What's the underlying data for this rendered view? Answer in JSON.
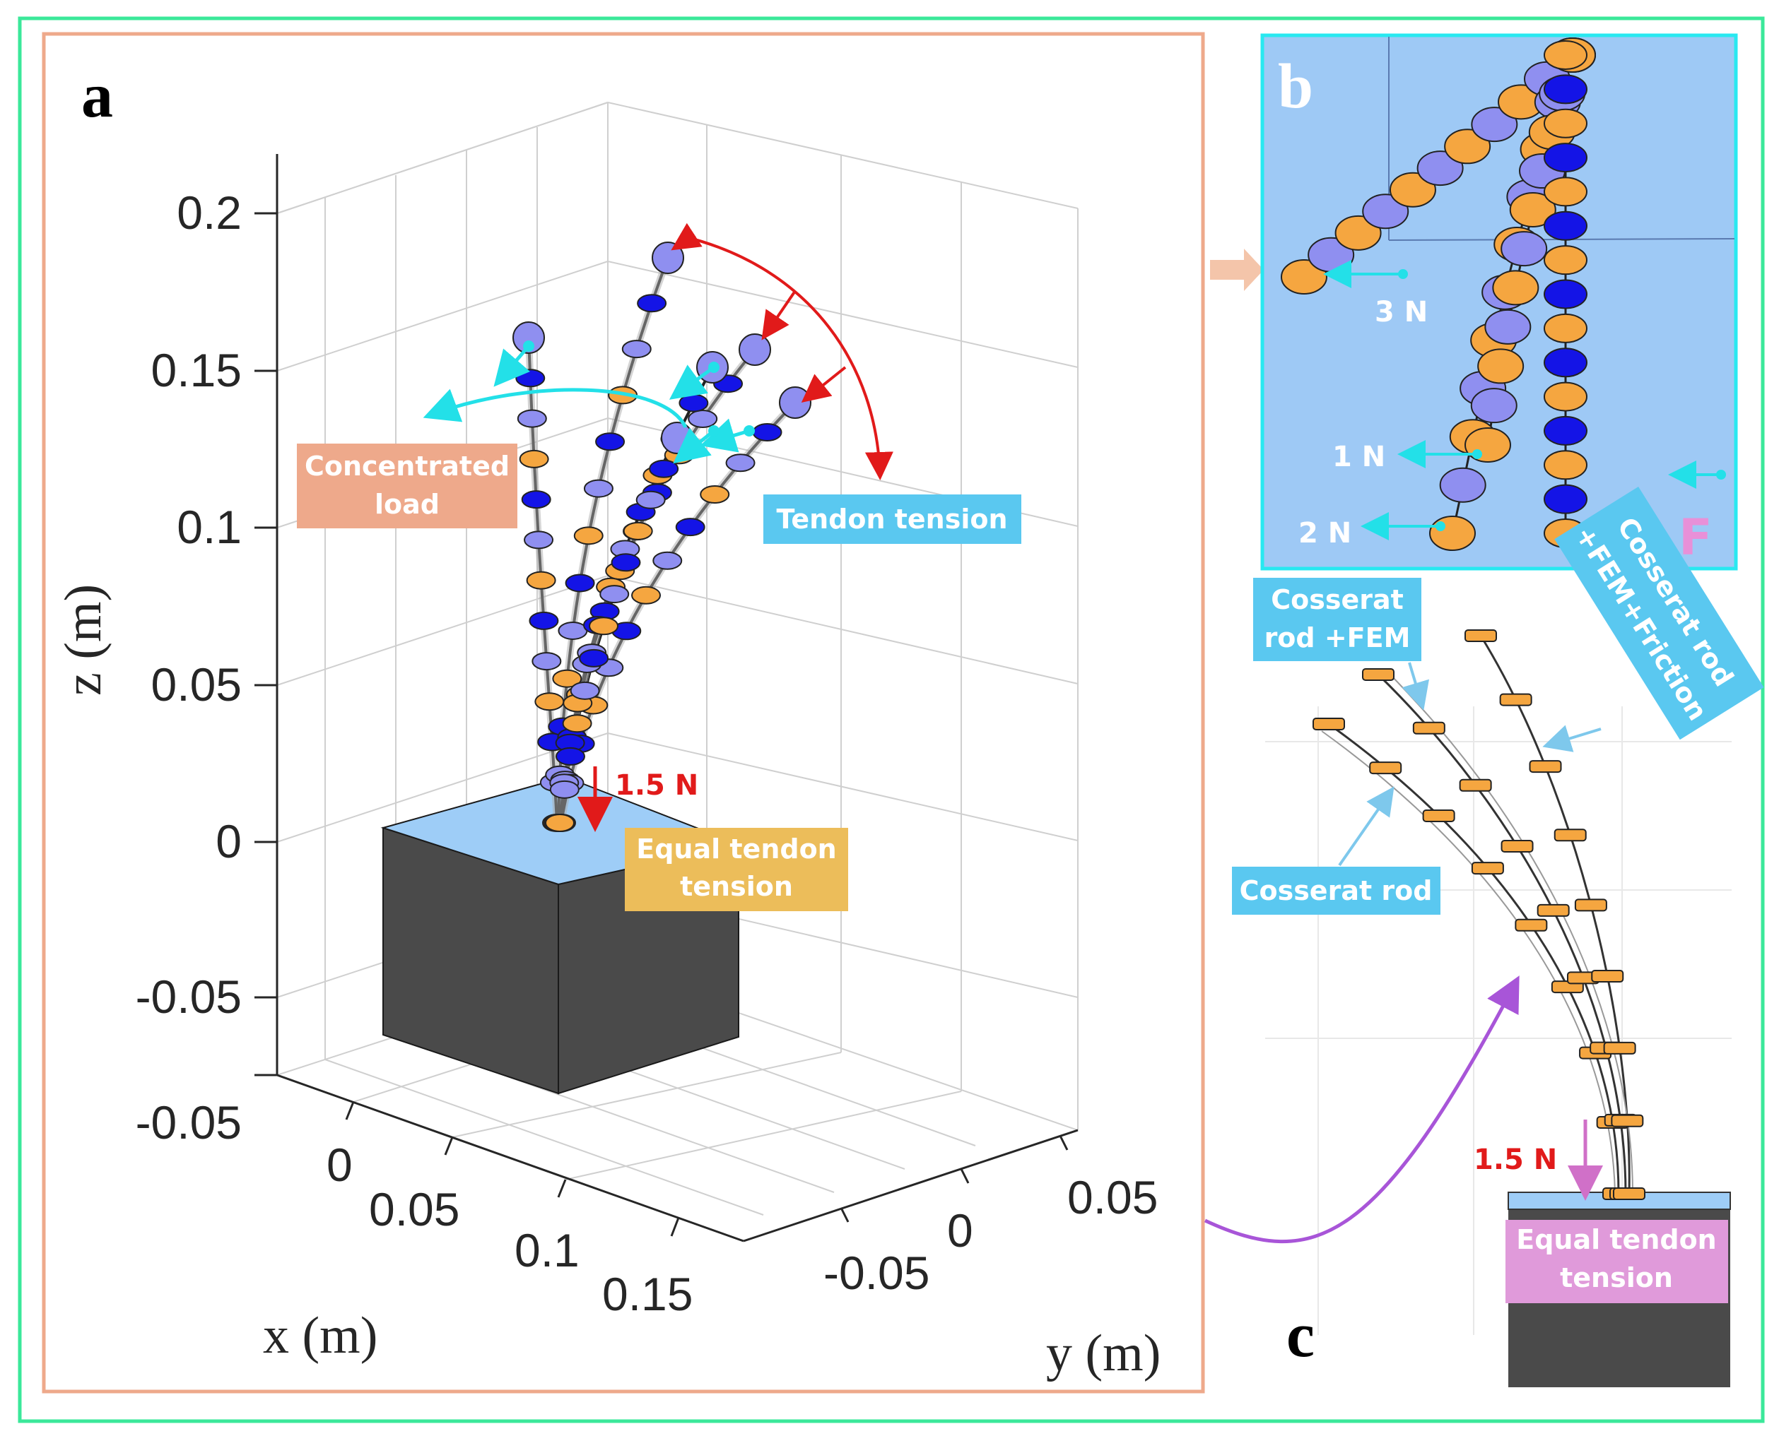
{
  "panels": {
    "a": {
      "label": "a",
      "z_ticks": [
        "0.2",
        "0.15",
        "0.1",
        "0.05",
        "0",
        "-0.05",
        "-0.05"
      ],
      "x_ticks": [
        "0",
        "0.05",
        "0.1",
        "0.15"
      ],
      "y_ticks": [
        "-0.05",
        "0",
        "0.05"
      ],
      "x_label": "x (m)",
      "y_label": "y (m)",
      "z_label": "z (m)",
      "callouts": {
        "concentrated_load_1": "Concentrated",
        "concentrated_load_2": "load",
        "tendon_tension": "Tendon tension",
        "equal_tension_1": "Equal tendon",
        "equal_tension_2": "tension",
        "force": "1.5 N"
      }
    },
    "b": {
      "label": "b",
      "forces": [
        "3 N",
        "1 N",
        "2 N"
      ],
      "f_label": "F"
    },
    "c": {
      "label": "c",
      "callouts": {
        "fem_1": "Cosserat",
        "fem_2": "rod +FEM",
        "friction_1": "Cosserat rod",
        "friction_2": "+FEM+Friction",
        "rod": "Cosserat rod",
        "force": "1.5 N",
        "equal_tension_1": "Equal tendon",
        "equal_tension_2": "tension"
      }
    }
  },
  "colors": {
    "outer_frame": "#3be89a",
    "panel_a_frame": "#eea98b",
    "panel_b_bg": "#9ec9f5",
    "panel_b_frame": "#28e8f0",
    "callout_orange": "#eea98b",
    "callout_blue": "#5ac8f0",
    "callout_gold": "#ecbd5a",
    "callout_pink": "#e09ada",
    "tension_arrow": "#e11a1a",
    "load_arrow": "#23e0e8",
    "base_top": "#9ecdf7",
    "base_side": "#4a4a4a",
    "disk_blue": "#1414e6",
    "disk_light": "#8f8ff0",
    "disk_orange": "#f5a640",
    "curve_purple": "#a855d8"
  }
}
